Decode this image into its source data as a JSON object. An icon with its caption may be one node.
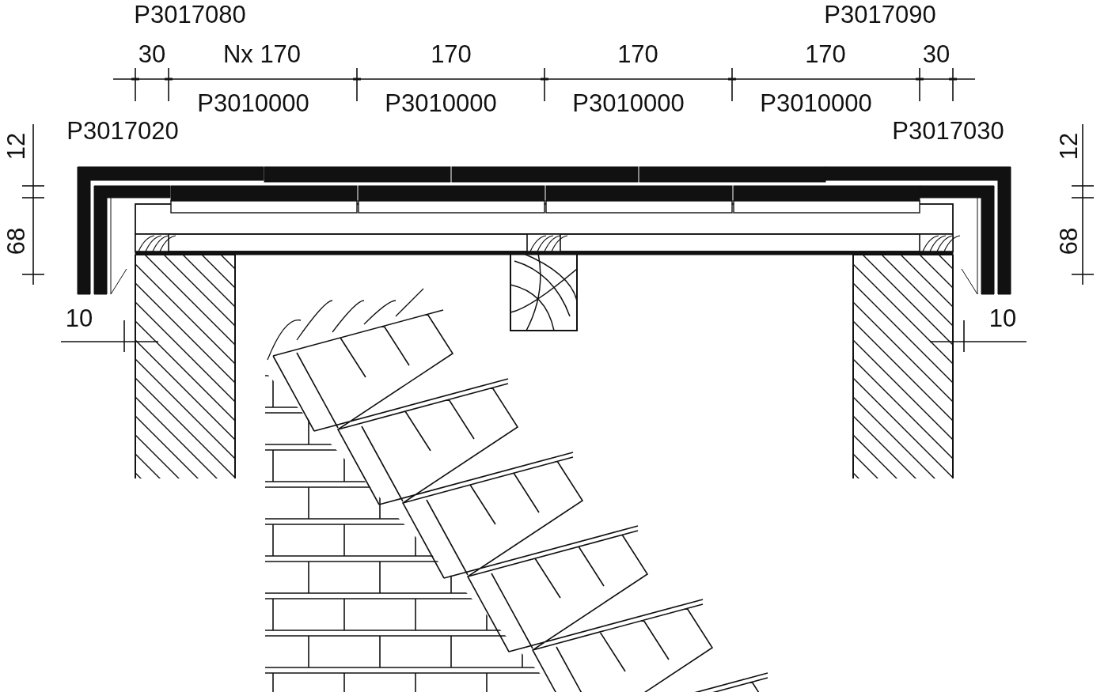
{
  "diagram": {
    "labels": [
      "P3017080",
      "P3017090",
      "30",
      "Nx 170",
      "170",
      "170",
      "170",
      "30",
      "P3010000",
      "P3010000",
      "P3010000",
      "P3010000",
      "P3017020",
      "P3017030",
      "12",
      "12",
      "68",
      "68",
      "10",
      "10"
    ]
  }
}
